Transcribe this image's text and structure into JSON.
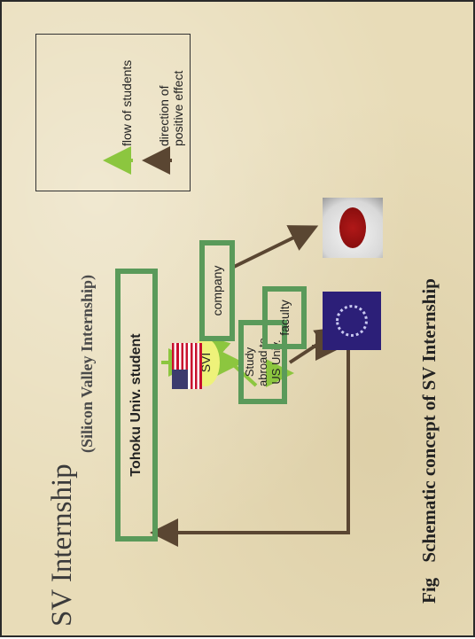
{
  "title": "SV Internship",
  "subtitle": "(Silicon Valley Internship)",
  "nodes": {
    "tohoku": "Tohoku Univ. student",
    "svi": "SVI",
    "study": "Study abroad to US Univ.",
    "company": "company",
    "faculty": "faculty"
  },
  "legend": {
    "flow": "flow of students",
    "effect_line1": "direction of",
    "effect_line2": "positive effect"
  },
  "caption": {
    "fig": "Fig",
    "text": "Schematic concept of  SV Internship"
  },
  "colors": {
    "green_arrow": "#8cc63f",
    "brown_arrow": "#5a4632",
    "box_border": "#5a9a5a",
    "svi_fill": "#eef27a"
  }
}
